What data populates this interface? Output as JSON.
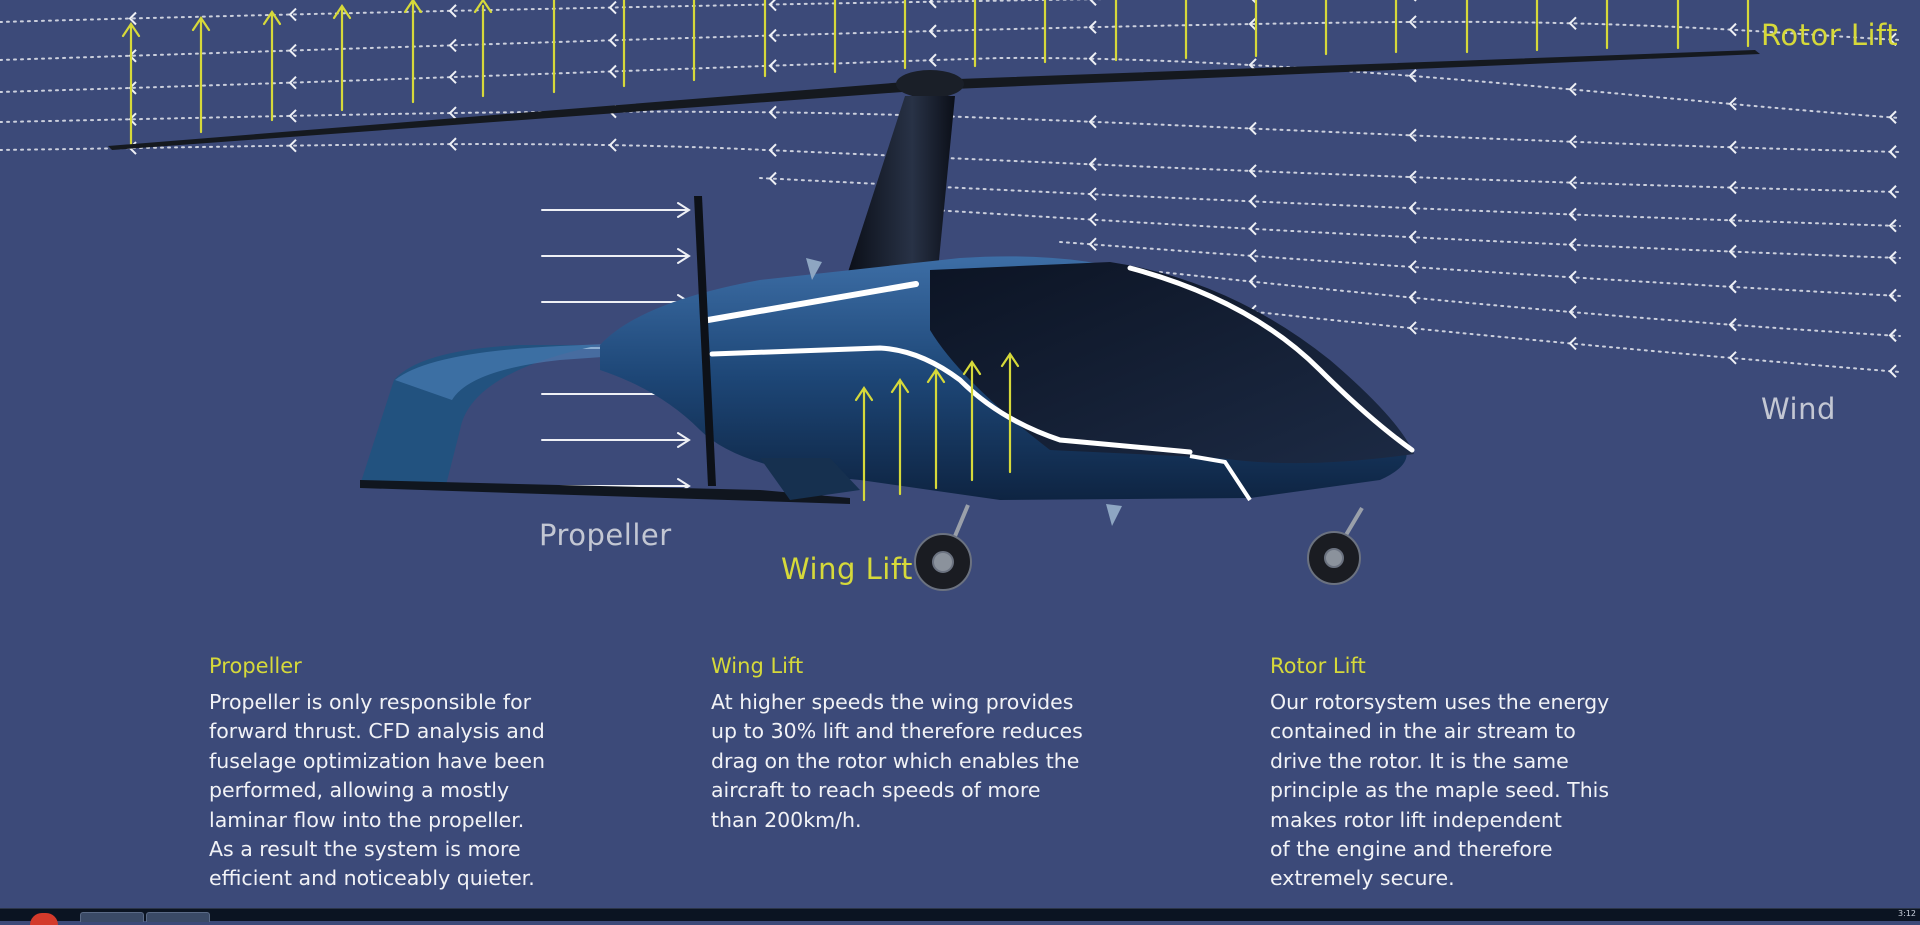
{
  "diagram": {
    "labels": {
      "rotor_lift": "Rotor Lift",
      "wind": "Wind",
      "propeller": "Propeller",
      "wing_lift": "Wing Lift"
    }
  },
  "sections": [
    {
      "title": "Propeller",
      "lines": [
        "Propeller is only responsible for",
        "forward thrust. CFD analysis and",
        "fuselage optimization have been",
        "performed, allowing a mostly",
        "laminar flow into the propeller.",
        "As a result the system is more",
        "efficient and noticeably quieter."
      ]
    },
    {
      "title": "Wing Lift",
      "lines": [
        "At higher speeds the wing provides",
        "up to 30% lift and therefore reduces",
        "drag on the rotor which enables the",
        "aircraft to reach speeds of more",
        "than 200km/h."
      ]
    },
    {
      "title": "Rotor Lift",
      "lines": [
        "Our rotorsystem uses the energy",
        "contained in the air stream to",
        "drive the rotor. It is the same",
        "principle as the maple seed. This",
        "makes rotor lift independent",
        "of the engine and therefore",
        "extremely secure."
      ]
    }
  ],
  "taskbar": {
    "clock": "3:12"
  },
  "colors": {
    "background": "#3c4a79",
    "accent_yellow": "#d6d93a",
    "text_white": "#f1f2f6",
    "label_grey": "#c3c7d3",
    "aircraft_blue": "#1f4a7d"
  }
}
